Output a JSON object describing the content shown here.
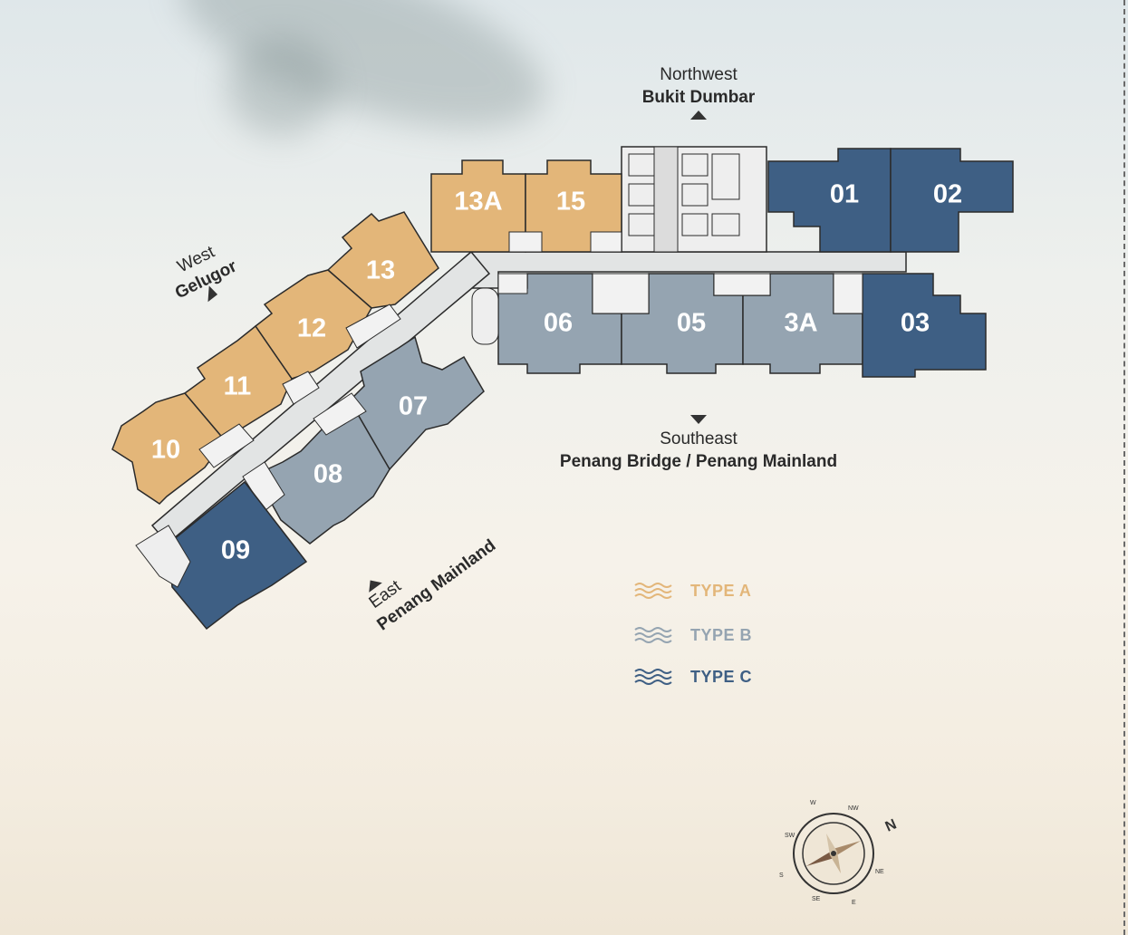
{
  "directions": {
    "northwest": {
      "word": "Northwest",
      "place": "Bukit Dumbar"
    },
    "southeast": {
      "word": "Southeast",
      "place": "Penang Bridge / Penang Mainland"
    },
    "west": {
      "word": "West",
      "place": "Gelugor"
    },
    "east": {
      "word": "East",
      "place": "Penang Mainland"
    }
  },
  "colors": {
    "type_a": "#e3b679",
    "type_b": "#95a4b1",
    "type_c": "#3e5f84",
    "corridor": "#e2e4e4",
    "outline": "#2b2b2b"
  },
  "units": [
    {
      "id": "13A",
      "type": "A"
    },
    {
      "id": "15",
      "type": "A"
    },
    {
      "id": "01",
      "type": "C"
    },
    {
      "id": "02",
      "type": "C"
    },
    {
      "id": "13",
      "type": "A"
    },
    {
      "id": "12",
      "type": "A"
    },
    {
      "id": "11",
      "type": "A"
    },
    {
      "id": "10",
      "type": "A"
    },
    {
      "id": "06",
      "type": "B"
    },
    {
      "id": "05",
      "type": "B"
    },
    {
      "id": "3A",
      "type": "B"
    },
    {
      "id": "03",
      "type": "C"
    },
    {
      "id": "07",
      "type": "B"
    },
    {
      "id": "08",
      "type": "B"
    },
    {
      "id": "09",
      "type": "C"
    }
  ],
  "legend": [
    {
      "label": "TYPE A",
      "color": "#e3b679"
    },
    {
      "label": "TYPE B",
      "color": "#95a4b1"
    },
    {
      "label": "TYPE C",
      "color": "#3e5f84"
    }
  ],
  "compass": {
    "letter": "N",
    "ticks": [
      "W",
      "NW",
      "SW",
      "S",
      "SE",
      "E",
      "NE"
    ]
  }
}
